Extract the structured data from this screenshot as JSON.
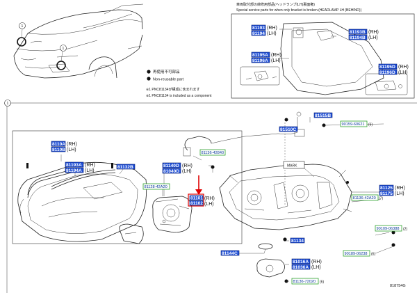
{
  "header": {
    "jp_title": "車両取付部の締修用部品(ヘッドランプ(LH)裏面権)",
    "en_title": "Special service parts for when only bracket is broken.(HEADLAMP LH (BEHIND))"
  },
  "legend": {
    "non_reusable_jp": "再使用不可部品",
    "non_reusable_en": "Non-reusable part",
    "note1_jp": "※1 PNC81134が構成に含まれます",
    "note1_en": "※1 PNC81134 is included as a component"
  },
  "callouts": {
    "c1": "1",
    "c2": "1",
    "c3": "1"
  },
  "figure_id": "818754G",
  "mark_label": "MARK",
  "inset_parts": {
    "p81193": "81193",
    "p81193_side": "(RH)",
    "p81194": "81194",
    "p81194_side": "(LH)",
    "p81193B": "81193B",
    "p81193B_side": "(RH)",
    "p81194B": "81194B",
    "p81194B_side": "(LH)",
    "p81195A": "81195A",
    "p81195A_side": "(RH)",
    "p81196A": "81196A",
    "p81196A_side": "(LH)",
    "p81195D": "81195D",
    "p81195D_side": "(RH)",
    "p81196D": "81196D",
    "p81196D_side": "(LH)"
  },
  "parts": {
    "p8110A": "8110A",
    "p8110A_side": "(RH)",
    "p8110B": "8110B",
    "p8110B_side": "(LH)",
    "p81193A": "81193A",
    "p81193A_side": "(RH)",
    "p81194A": "81194A",
    "p81194A_side": "(LH)",
    "p81132B": "81132B",
    "p81140D": "81140D",
    "p81140D_side": "(RH)",
    "p81040D": "81040D",
    "p81040D_side": "(LH)",
    "p81101": "81101",
    "p81101_side": "(RH)",
    "p81102": "81102",
    "p81102_side": "(LH)",
    "p81515B": "81515B",
    "p81510C": "81510C",
    "p81125": "81125",
    "p81125_side": "(RH)",
    "p81175": "81175",
    "p81175_side": "(LH)",
    "p81134": "81134",
    "p81144C": "81144C",
    "p81016A": "81016A",
    "p81016A_side": "(RH)",
    "p81036A": "81036A",
    "p81036A_side": "(LH)"
  },
  "green_parts": {
    "g1": "81136-42840",
    "g2": "81128-42A20",
    "g3": "90159-60621",
    "g3_qty": "(6)",
    "g4": "81136-42A20",
    "g4_qty": "(7)",
    "g5": "90109-06388",
    "g5_qty": "(2)",
    "g6": "90189-06238",
    "g6_qty": "(6)",
    "g7": "81136-72020",
    "g7_qty": "(6)"
  }
}
